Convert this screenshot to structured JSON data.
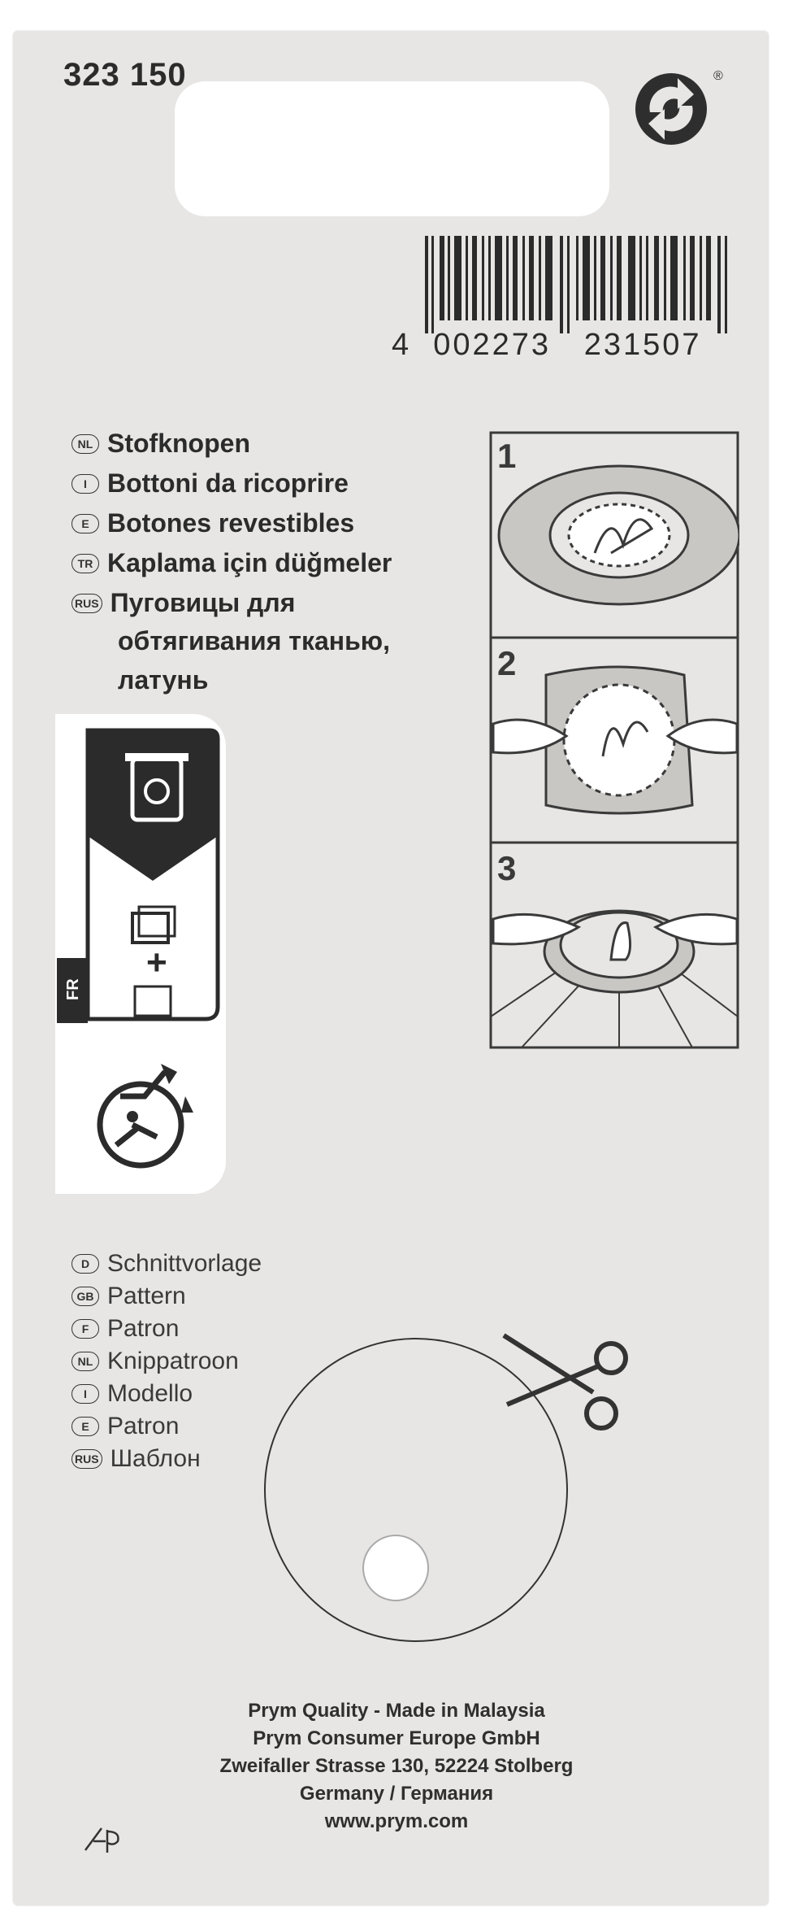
{
  "card": {
    "article_number": "323 150",
    "trademark": "®",
    "barcode": {
      "first_digit": "4",
      "group1": "002273",
      "group2": "231507"
    }
  },
  "titles": [
    {
      "code": "NL",
      "text": "Stofknopen"
    },
    {
      "code": "I",
      "text": "Bottoni da ricoprire"
    },
    {
      "code": "E",
      "text": "Botones revestibles"
    },
    {
      "code": "TR",
      "text": "Kaplama için düğmeler"
    },
    {
      "code": "RUS",
      "text": "Пуговицы для"
    }
  ],
  "title_continuation": [
    "обтягивания тканью,",
    "латунь"
  ],
  "steps": [
    "1",
    "2",
    "3"
  ],
  "recycling_panel": {
    "country_label": "FR",
    "plus_sign": "+"
  },
  "pattern_labels": [
    {
      "code": "D",
      "text": "Schnittvorlage"
    },
    {
      "code": "GB",
      "text": "Pattern"
    },
    {
      "code": "F",
      "text": "Patron"
    },
    {
      "code": "NL",
      "text": "Knippatroon"
    },
    {
      "code": "I",
      "text": "Modello"
    },
    {
      "code": "E",
      "text": "Patron"
    },
    {
      "code": "RUS",
      "text": "Шаблон"
    }
  ],
  "footer": [
    "Prym Quality - Made in Malaysia",
    "Prym Consumer Europe GmbH",
    "Zweifaller Strasse 130, 52224 Stolberg",
    "Germany / Германия",
    "www.prym.com"
  ],
  "colors": {
    "card": "#e7e6e4",
    "ink": "#2b2b2b",
    "background": "#ffffff"
  }
}
